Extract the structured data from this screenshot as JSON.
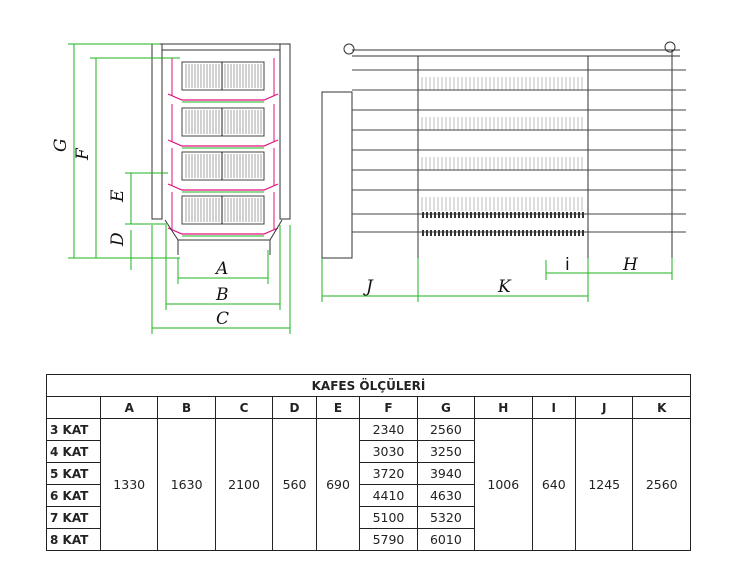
{
  "drawing": {
    "labels": {
      "A": "A",
      "B": "B",
      "C": "C",
      "D": "D",
      "E": "E",
      "F": "F",
      "G": "G",
      "H": "H",
      "I": "i",
      "J": "J",
      "K": "K"
    },
    "colors": {
      "dimension": "#1db31d",
      "frame": "#222222",
      "highlight": "#e0107c",
      "cage": "#444444"
    }
  },
  "table": {
    "title": "KAFES ÖLÇÜLERİ",
    "headers": [
      "A",
      "B",
      "C",
      "D",
      "E",
      "F",
      "G",
      "H",
      "I",
      "J",
      "K"
    ],
    "rows": [
      "3 KAT",
      "4 KAT",
      "5 KAT",
      "6 KAT",
      "7 KAT",
      "8 KAT"
    ],
    "shared": {
      "A": "1330",
      "B": "1630",
      "C": "2100",
      "D": "560",
      "E": "690",
      "H": "1006",
      "I": "640",
      "J": "1245",
      "K": "2560"
    },
    "F": [
      "2340",
      "3030",
      "3720",
      "4410",
      "5100",
      "5790"
    ],
    "G": [
      "2560",
      "3250",
      "3940",
      "4630",
      "5320",
      "6010"
    ]
  }
}
